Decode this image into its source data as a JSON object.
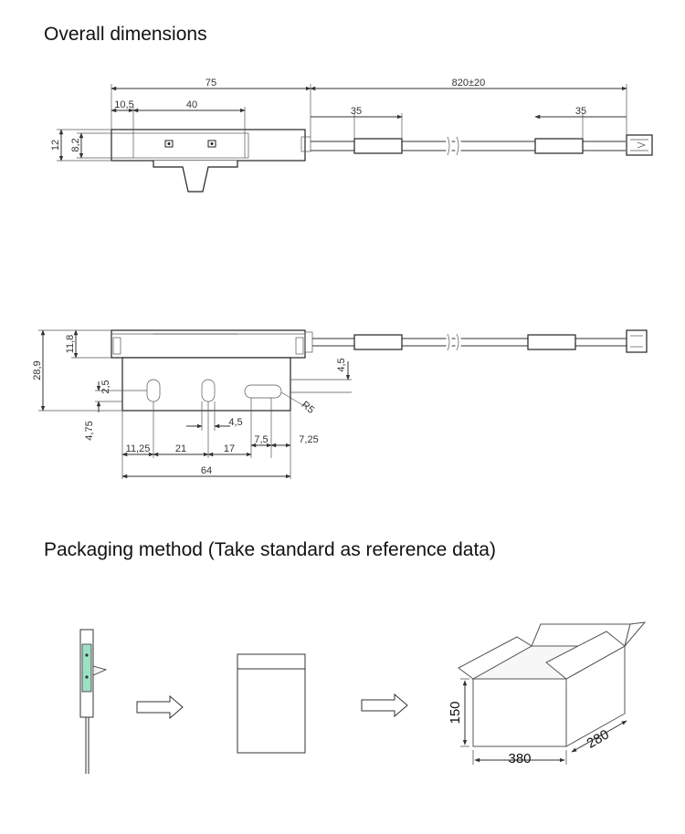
{
  "headings": {
    "overall": "Overall dimensions",
    "packaging": "Packaging method (Take standard as reference data)"
  },
  "top_view": {
    "d75": "75",
    "d820": "820±20",
    "d10_5": "10,5",
    "d40": "40",
    "d35a": "35",
    "d35b": "35",
    "d12": "12",
    "d8_2": "8,2"
  },
  "side_view": {
    "d11_8": "11,8",
    "d28_9": "28,9",
    "d4_5v": "4,5",
    "d2_5": "2,5",
    "d4_75": "4,75",
    "d4_5h": "4,5",
    "r5": "R5",
    "d7_5": "7,5",
    "d7_25": "7,25",
    "d11_25": "11,25",
    "d21": "21",
    "d17": "17",
    "d64": "64"
  },
  "packaging": {
    "box_height": "150",
    "box_width": "380",
    "box_depth": "280"
  },
  "colors": {
    "sensor_window": "#9ee0c4",
    "line": "#333333"
  }
}
